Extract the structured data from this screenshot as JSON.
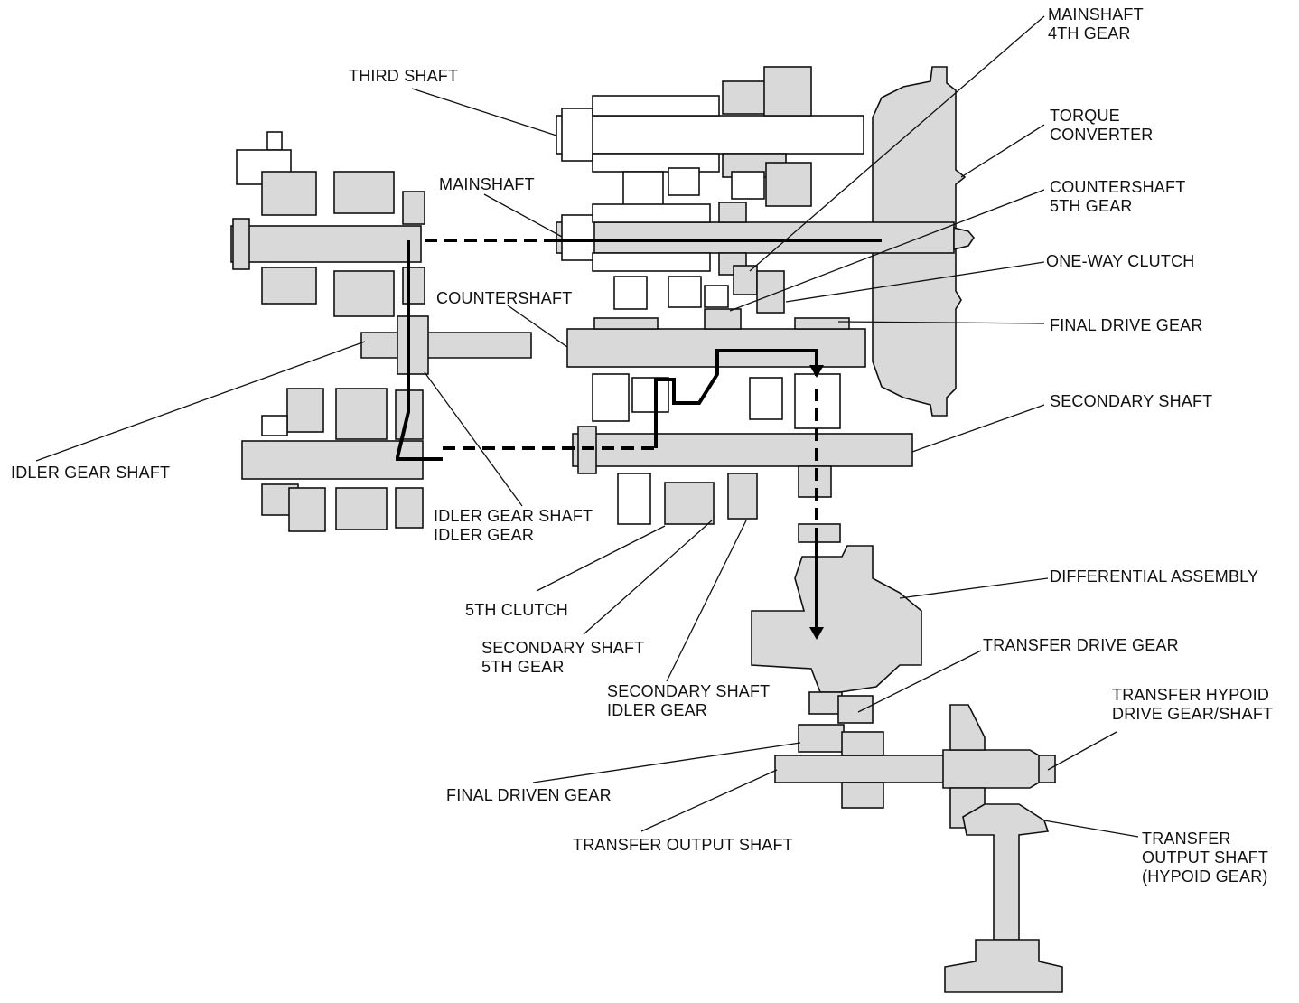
{
  "labels": {
    "mainshaft_4th_gear": [
      "MAINSHAFT",
      "4TH GEAR"
    ],
    "third_shaft": [
      "THIRD SHAFT"
    ],
    "torque_converter": [
      "TORQUE",
      "CONVERTER"
    ],
    "mainshaft": [
      "MAINSHAFT"
    ],
    "countershaft_5th_gear": [
      "COUNTERSHAFT",
      "5TH GEAR"
    ],
    "one_way_clutch": [
      "ONE-WAY CLUTCH"
    ],
    "countershaft": [
      "COUNTERSHAFT"
    ],
    "final_drive_gear": [
      "FINAL DRIVE GEAR"
    ],
    "secondary_shaft": [
      "SECONDARY SHAFT"
    ],
    "idler_gear_shaft": [
      "IDLER GEAR SHAFT"
    ],
    "idler_gear_shaft_idler_gear": [
      "IDLER GEAR SHAFT",
      "IDLER GEAR"
    ],
    "fifth_clutch": [
      "5TH CLUTCH"
    ],
    "secondary_shaft_5th_gear": [
      "SECONDARY SHAFT",
      "5TH GEAR"
    ],
    "secondary_shaft_idler_gear": [
      "SECONDARY SHAFT",
      "IDLER GEAR"
    ],
    "differential_assembly": [
      "DIFFERENTIAL ASSEMBLY"
    ],
    "transfer_drive_gear": [
      "TRANSFER DRIVE GEAR"
    ],
    "transfer_hypoid_drive_gear_shaft": [
      "TRANSFER HYPOID",
      "DRIVE GEAR/SHAFT"
    ],
    "final_driven_gear": [
      "FINAL DRIVEN GEAR"
    ],
    "transfer_output_shaft": [
      "TRANSFER OUTPUT SHAFT"
    ],
    "transfer_output_shaft_hypoid_gear": [
      "TRANSFER",
      "OUTPUT SHAFT",
      "(HYPOID GEAR)"
    ]
  }
}
